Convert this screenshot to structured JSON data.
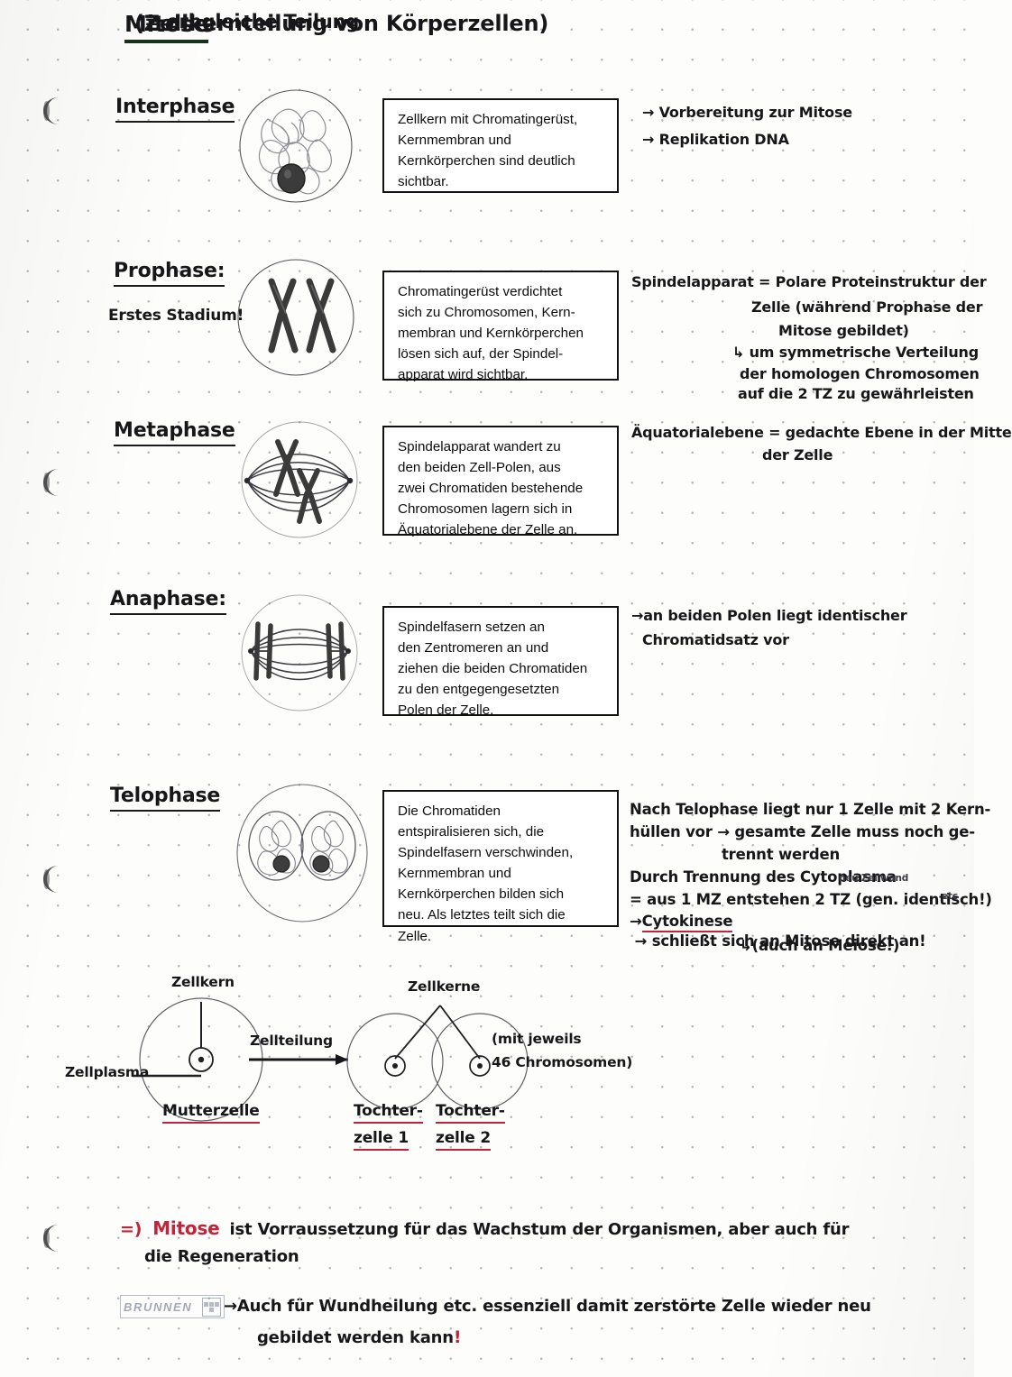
{
  "title": {
    "main": "Mitose",
    "parenthetical": "(Zellkernteilung von Körperzellen)",
    "equals": "= erbgleiche Teilung"
  },
  "phases": [
    {
      "label": "Interphase",
      "sublabel": "",
      "description": "Zellkern mit Chromatingerüst,\nKernmembran und\nKernkörperchen sind deutlich\nsichtbar.",
      "notes": [
        "→ Vorbereitung zur Mitose",
        "→ Replikation DNA"
      ]
    },
    {
      "label": "Prophase:",
      "sublabel": "Erstes Stadium!",
      "description": "Chromatingerüst verdichtet\nsich zu Chromosomen, Kern-\nmembran und Kernkörperchen\nlösen sich auf, der Spindel-\napparat wird sichtbar.",
      "notes": [
        "Spindelapparat = Polare Proteinstruktur der",
        "Zelle (während Prophase der",
        "Mitose gebildet)",
        "↳ um symmetrische Verteilung",
        "der homologen Chromosomen",
        "auf die 2 TZ zu gewährleisten"
      ]
    },
    {
      "label": "Metaphase",
      "sublabel": "",
      "description": "Spindelapparat wandert zu\nden beiden Zell-Polen, aus\nzwei Chromatiden bestehende\nChromosomen lagern sich in\nÄquatorialebene der Zelle an.",
      "notes": [
        "Äquatorialebene = gedachte Ebene in der Mitte",
        "der Zelle"
      ]
    },
    {
      "label": "Anaphase:",
      "sublabel": "",
      "description": "Spindelfasern setzen an\nden Zentromeren an und\nziehen die beiden Chromatiden\nzu den entgegengesetzten\nPolen der Zelle.",
      "notes": [
        "→an beiden Polen liegt identischer",
        "Chromatidsatz vor"
      ]
    },
    {
      "label": "Telophase",
      "sublabel": "",
      "description": "Die Chromatiden\nentspiralisieren sich, die\nSpindelfasern verschwinden,\nKernmembran und\nKernkörperchen bilden sich\nneu. Als letztes teilt sich die\nZelle.",
      "notes": [
        "Nach Telophase liegt nur 1 Zelle mit 2 Kern-",
        "hüllen vor → gesamte Zelle muss noch ge-",
        "trennt werden",
        "Durch Trennung des Cytoplasma",
        "= aus 1 MZ entstehen 2 TZ (gen. identisch!)",
        "→Cytokinese → schließt sich an Mitose direkt an!",
        "↳(auch an Meiose!)"
      ],
      "notes_small": [
        "neu Zellwand",
        "etc"
      ],
      "red_underline_word": "Cytokinese"
    }
  ],
  "diagram": {
    "label_nucleus": "Zellkern",
    "label_cytoplasm": "Zellplasma",
    "label_mother": "Mutterzelle",
    "label_arrow": "Zellteilung",
    "label_nuclei": "Zellkerne",
    "label_daughter1_line1": "Tochter-",
    "label_daughter1_line2": "zelle 1",
    "label_daughter2_line1": "Tochter-",
    "label_daughter2_line2": "zelle 2",
    "note_line1": "(mit jeweils",
    "note_line2": "46 Chromosomen)"
  },
  "conclusion": {
    "arrow": "=)",
    "keyword": "Mitose",
    "line1_rest": "ist Vorraussetzung für das Wachstum der Organismen, aber auch für",
    "line2": "die Regeneration",
    "line3_arrow": "→",
    "line3": "Auch für Wundheilung etc. essenziell damit zerstörte Zelle wieder neu",
    "line4": "gebildet werden kann",
    "line4_bang": "!"
  },
  "watermark": {
    "brand": "BRUNNEN"
  },
  "colors": {
    "ink": "#17171a",
    "red": "#c0243a",
    "paper": "#fdfdfb",
    "dot": "#b9b9bd"
  }
}
